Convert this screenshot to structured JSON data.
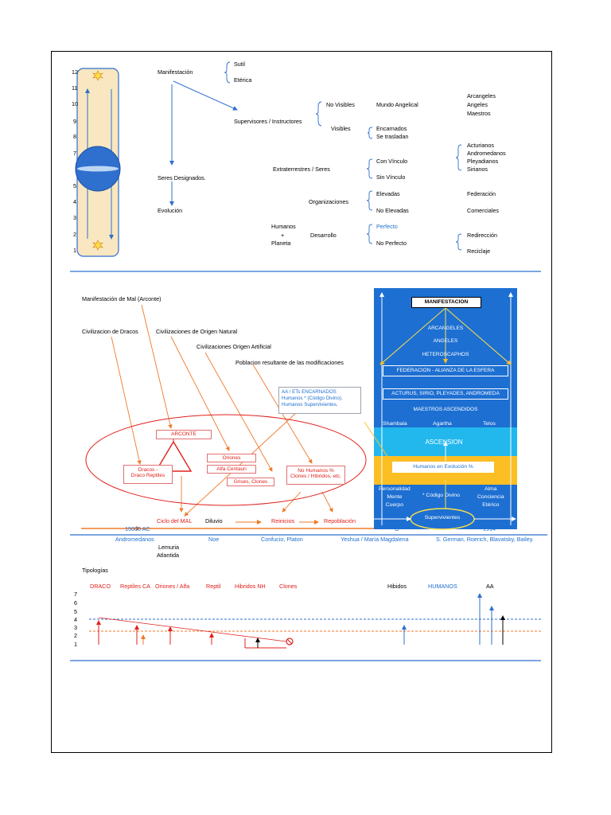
{
  "colors": {
    "blue": "#2f6fce",
    "red": "#e0201c",
    "orange": "#f07a2a",
    "gold": "#fbbf24",
    "cyan": "#22b8ee",
    "pillar": "#f8e7c0"
  },
  "scale": {
    "levels": [
      "12",
      "11",
      "10",
      "9",
      "8",
      "7",
      "5",
      "4",
      "3",
      "2",
      "1"
    ]
  },
  "top": {
    "manifestacion": "Manifestación",
    "sutil": "Sutil",
    "eterica": "Etérica",
    "supervisores": "Supervisores / Instructores",
    "no_visibles": "No Visibles",
    "mundo_angelical": "Mundo Angelical",
    "arcangeles": "Arcangeles",
    "angeles": "Angeles",
    "maestros": "Maestros",
    "visibles": "Visibles",
    "encarnados": "Encarnados",
    "se_trasladan": "Se trasladan",
    "seres_designados": "Seres Designados.",
    "extraterrestres": "Extraterrestres / Seres",
    "con_vinculo": "Con Vínculo",
    "sin_vinculo": "Sin Vínculo",
    "acturianos": "Acturianos",
    "andromedanos": "Andromedanos",
    "pleyadianos": "Pleyadianos",
    "sirianos": "Sirianos",
    "organizaciones": "Organizaciones",
    "elevadas": "Elevadas",
    "no_elevadas": "No Elevadas",
    "federacion": "Federación",
    "comerciales": "Comerciales",
    "evolucion": "Evolución",
    "humanos": "Humanos",
    "plus": "+",
    "planeta": "Planeta",
    "desarrollo": "Desarrollo",
    "perfecto": "Perfecto",
    "no_perfecto": "No Perfecto",
    "redireccion": "Redirección",
    "reciclaje": "Reciclaje"
  },
  "middle": {
    "manif_mal": "Manifestación de Mal (Arconte)",
    "civ_dracos": "Civilizacion de Dracos",
    "civ_natural": "Civilizaciones de Origen Natural",
    "civ_artificial": "Civilizaciones Origen Artificial",
    "poblacion": "Poblacion resultante de las modificaciones",
    "aa_box": [
      "AA / ETs ENCARNADOS",
      "Humanos * (Código Divino).",
      "Humanos Supervivientes."
    ],
    "arconte": "ARCONTE",
    "dracos": [
      "Dracos -",
      "Draco Reptiles"
    ],
    "oriones": "Oriones",
    "alfa": "Alfa Centauri",
    "grises": "Grises, Clones",
    "no_humanos": [
      "No Humanos %",
      "Clones / Híbridos, etc."
    ],
    "ciclo": "Ciclo del MAL",
    "diluvio": "Diluvio",
    "reinicios": "Reinicios",
    "repoblacion": "Repoblación",
    "year15000": "15000 AC",
    "zero": "O",
    "y1914": "1914",
    "andromedanos": "Andromedanos",
    "noe": "Noe",
    "confucio": "Confucio, Platon",
    "yeshua": "Yeshua / María Magdalena",
    "sgerman": "S. German, Roerich, Blavatsky, Bailey.",
    "lemuria": "Lemuria",
    "atlantida": "Atlantida"
  },
  "panel": {
    "manifestacion": "MANIFESTACION",
    "arcangeles": "ARCANGELES",
    "angeles": "ANGELES",
    "heteroscaphos": "HETEROSCAPHOS",
    "federacion": "FEDERACION - ALIANZA DE LA ESFERA",
    "acturus": "ACTURUS, SIRIO, PLEYADES, ANDROMEDA",
    "maestros": "MAESTROS ASCENDIDOS",
    "shambala": "Shambala",
    "agartha": "Agartha",
    "telos": "Telos",
    "ascension": "ASCENSION",
    "humanos_evo": "Humanos en Evolución %",
    "personalidad": [
      "Personalidad",
      "Mente",
      "Cuerpo"
    ],
    "codigo": "* Código Divino",
    "alma": [
      "Alma",
      "Conciencia",
      "Etérico"
    ],
    "supervivientes": "Supervivientes"
  },
  "bottom": {
    "tipologias": "Tipologías",
    "labels": {
      "draco": "DRACO",
      "reptiles": "Reptiles CA",
      "oriones": "Oriones / Alfa",
      "reptil": "Reptil",
      "hibridos_nh": "Hibridos NH",
      "clones": "Clones",
      "hibidos": "Hibidos",
      "humanos": "HUMANOS",
      "aa": "AA"
    },
    "levels": [
      "7",
      "6",
      "5",
      "4",
      "3",
      "2",
      "1"
    ]
  }
}
